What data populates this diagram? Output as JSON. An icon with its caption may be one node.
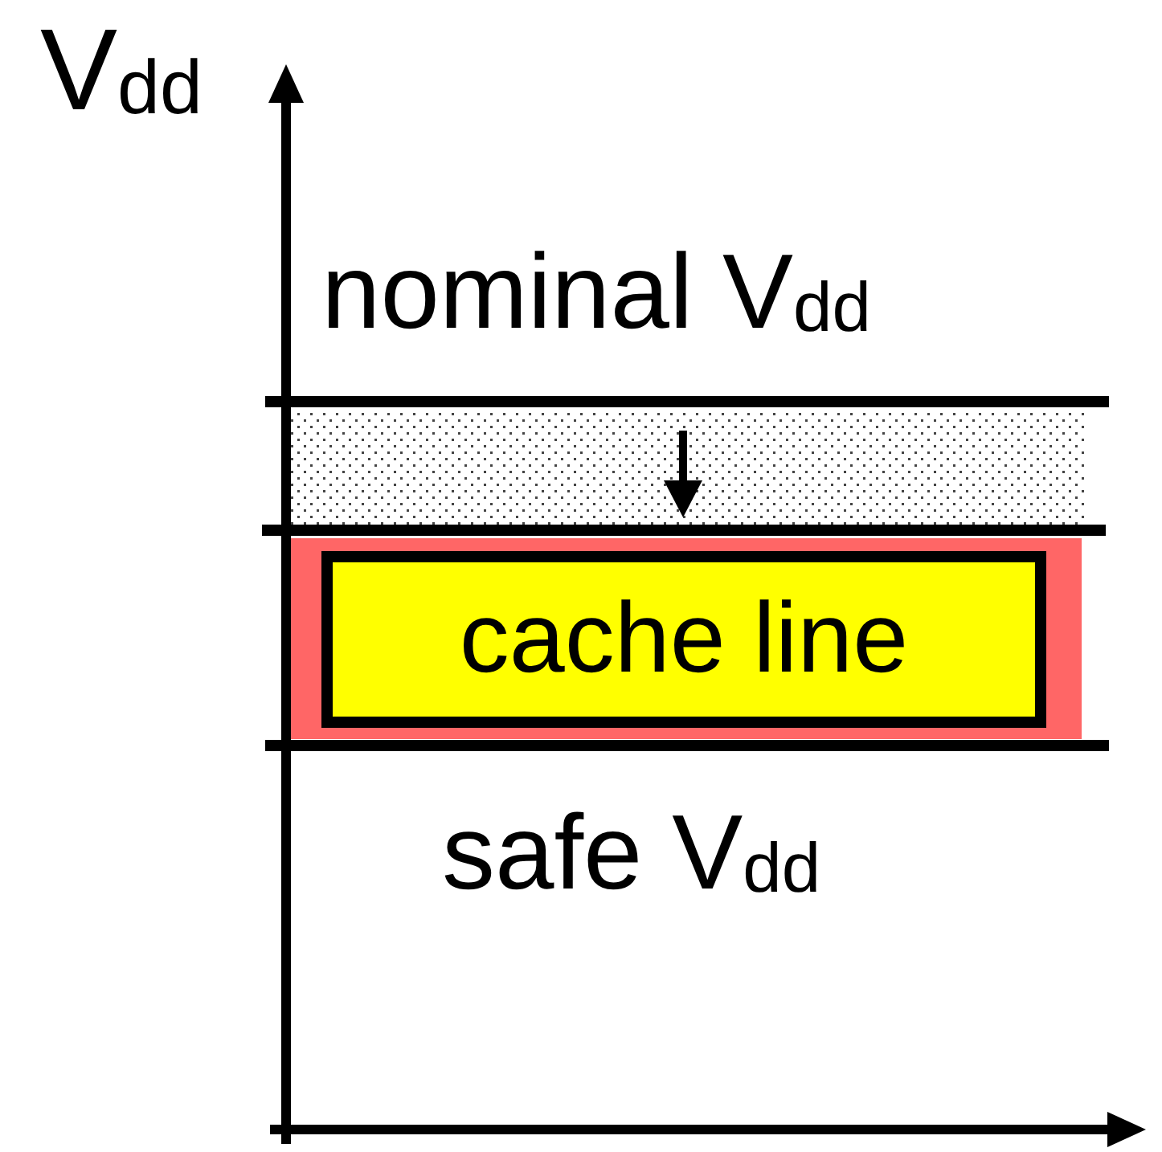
{
  "diagram": {
    "nodes": [
      {
        "text": [],
        "shape": "bar"
      },
      {
        "text": [
          "cache line"
        ],
        "in": 0
      }
    ],
    "labels": [
      "V$_{dd}$",
      "nominal V$_{dd}$",
      "safe V$_{dd}$"
    ]
  }
}
